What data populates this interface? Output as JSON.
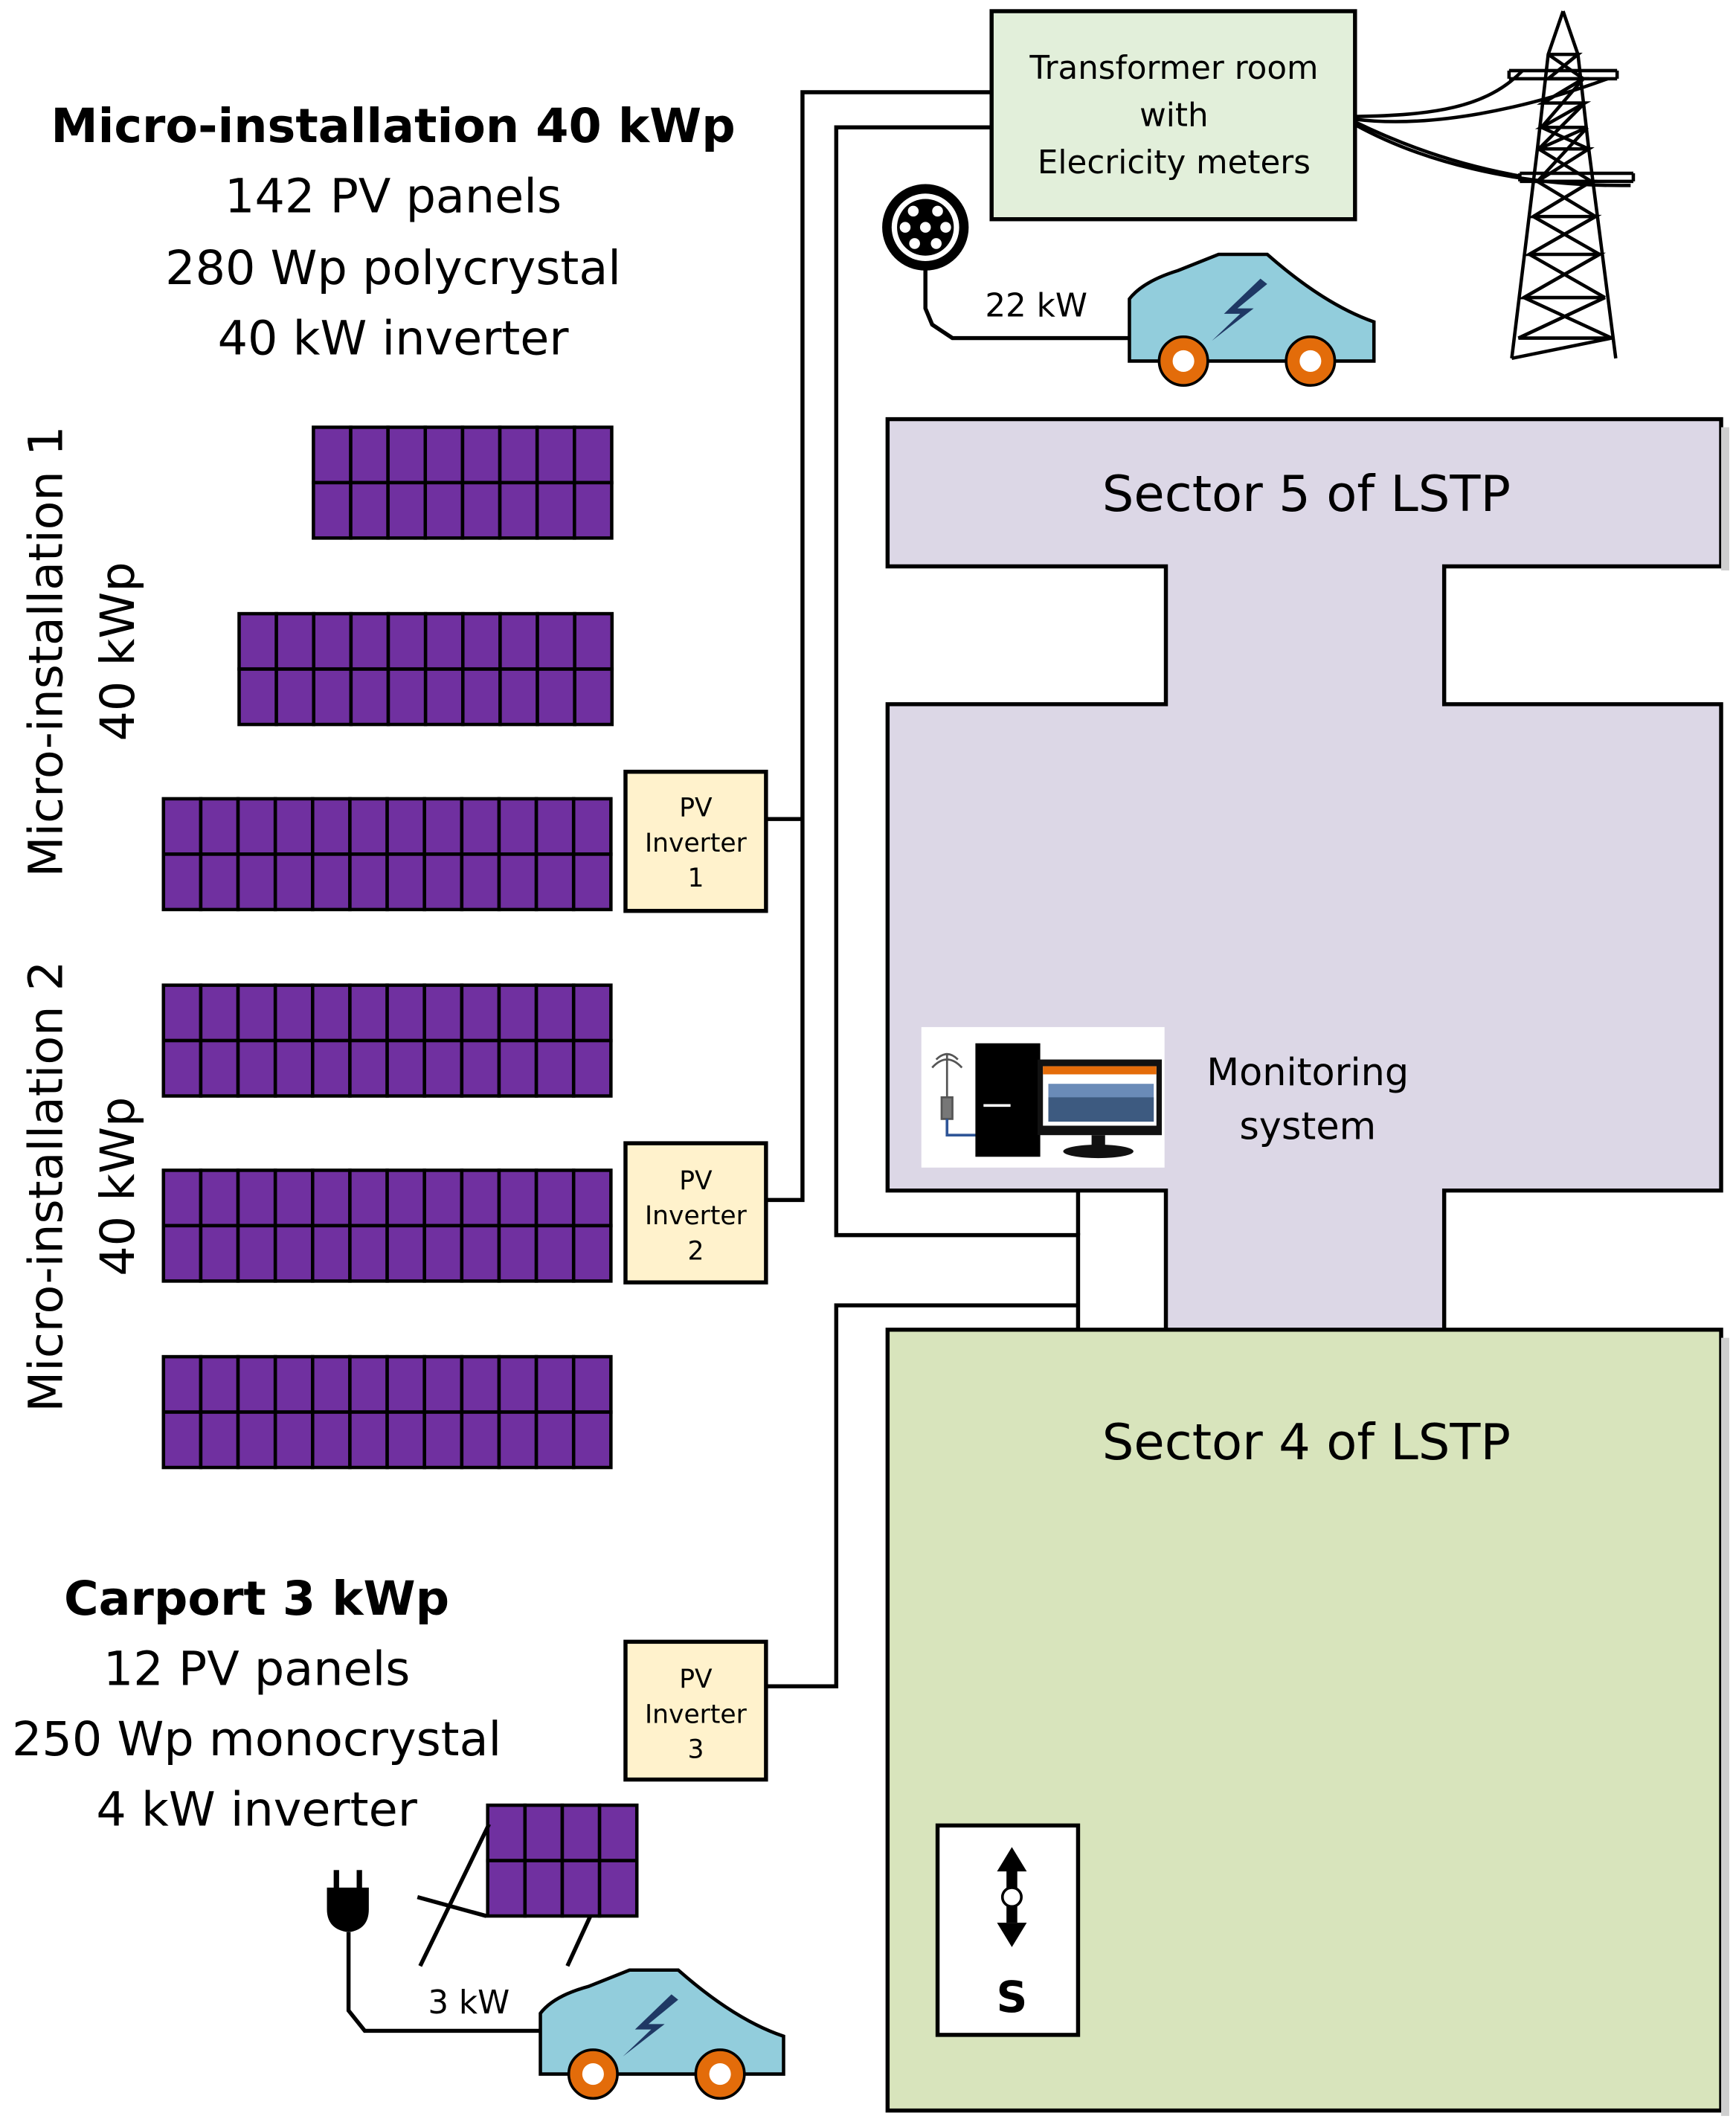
{
  "micro_installation_40": {
    "title": "Micro-installation 40 kWp",
    "lines": [
      "142 PV panels",
      "280 Wp polycrystal",
      "40 kW inverter"
    ]
  },
  "micro_installation_1": {
    "label_line1": "Micro-installation 1",
    "label_line2": "40 kWp"
  },
  "micro_installation_2": {
    "label_line1": "Micro-installation 2",
    "label_line2": "40 kWp"
  },
  "carport": {
    "title": "Carport 3 kWp",
    "lines": [
      "12 PV panels",
      "250 Wp monocrystal",
      "4 kW inverter"
    ]
  },
  "inverters": [
    {
      "line1": "PV",
      "line2": "Inverter",
      "line3": "1"
    },
    {
      "line1": "PV",
      "line2": "Inverter",
      "line3": "2"
    },
    {
      "line1": "PV",
      "line2": "Inverter",
      "line3": "3"
    }
  ],
  "transformer_room": {
    "line1": "Transformer room",
    "line2": "with",
    "line3": "Elecricity meters"
  },
  "ev_charger_power": "22 kW",
  "carport_charger_power": "3 kW",
  "sector5_label": "Sector 5 of LSTP",
  "sector4_label": "Sector 4 of LSTP",
  "monitoring": {
    "line1": "Monitoring",
    "line2": "system"
  },
  "compass_label": "S",
  "colors": {
    "panel": "#7030a0",
    "panel_grid": "#000000",
    "inverter_fill": "#fff2cc",
    "transformer_fill": "#e2efda",
    "sector5_fill": "#dcd7e6",
    "sector4_fill": "#d8e4bc",
    "car_body": "#92cddc",
    "wheel": "#e36c0a",
    "bolt": "#1f3864"
  },
  "icons": [
    "solar-panel-array",
    "inverter-box",
    "transmission-tower-icon",
    "ev-connector-icon",
    "electric-car-icon",
    "lightning-bolt-icon",
    "plug-icon",
    "computer-monitor-icon",
    "antenna-icon",
    "north-south-arrow-icon"
  ]
}
